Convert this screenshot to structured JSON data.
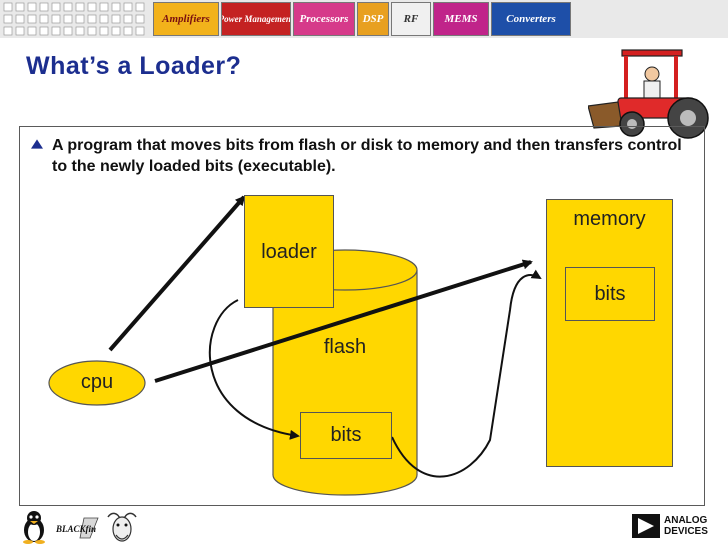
{
  "banner": {
    "tiles": [
      "Amplifiers",
      "Power Management",
      "Processors",
      "DSP",
      "RF",
      "MEMS",
      "Converters"
    ]
  },
  "slide": {
    "title": "What’s a Loader?",
    "bullet": "A program that moves bits from flash or disk to memory and then transfers control to the newly loaded bits (executable)."
  },
  "diagram": {
    "cpu": "cpu",
    "loader": "loader",
    "flash": "flash",
    "flash_bits": "bits",
    "memory": "memory",
    "memory_bits": "bits"
  },
  "footer": {
    "logo_blackfin": "BLACKfin",
    "analog_line1": "ANALOG",
    "analog_line2": "DEVICES"
  },
  "colors": {
    "title": "#1c2e8f",
    "fill": "#ffd700",
    "banner_bg": "#e9e9e9"
  }
}
